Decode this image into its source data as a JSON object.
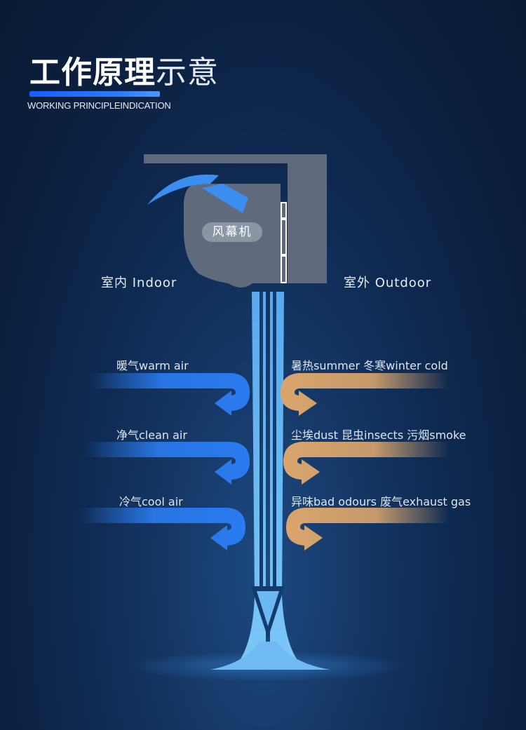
{
  "header": {
    "title_bold": "工作原理",
    "title_light": "示意",
    "subtitle": "WORKING PRINCIPLEINDICATION"
  },
  "device": {
    "label": "风幕机"
  },
  "sides": {
    "indoor": "室内  Indoor",
    "outdoor": "室外  Outdoor"
  },
  "indoor_airs": [
    {
      "label": "暖气warm air"
    },
    {
      "label": "净气clean air"
    },
    {
      "label": "冷气cool air"
    }
  ],
  "outdoor_airs": [
    {
      "label": "暑热summer  冬寒winter cold"
    },
    {
      "label": "尘埃dust  昆虫insects  污烟smoke"
    },
    {
      "label": "异味bad odours  废气exhaust gas"
    }
  ],
  "colors": {
    "indoor_arrow": "#2a7bf0",
    "outdoor_arrow": "#d9a56c",
    "air_curtain": "#6bb8f2",
    "device_body": "#5f6b7d"
  }
}
